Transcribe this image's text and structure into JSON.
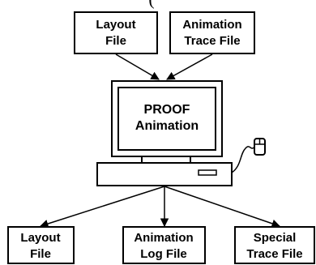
{
  "colors": {
    "ink": "#000000",
    "background": "#ffffff"
  },
  "top_fragment": "(",
  "inputs": {
    "layout_file": [
      "Layout",
      "File"
    ],
    "animation_trace_file": [
      "Animation",
      "Trace File"
    ]
  },
  "computer": {
    "screen_text": [
      "PROOF",
      "Animation"
    ],
    "mouse_icon": "mouse-icon"
  },
  "outputs": {
    "layout_file": [
      "Layout",
      "File"
    ],
    "animation_log_file": [
      "Animation",
      "Log File"
    ],
    "special_trace_file": [
      "Special",
      "Trace File"
    ]
  }
}
